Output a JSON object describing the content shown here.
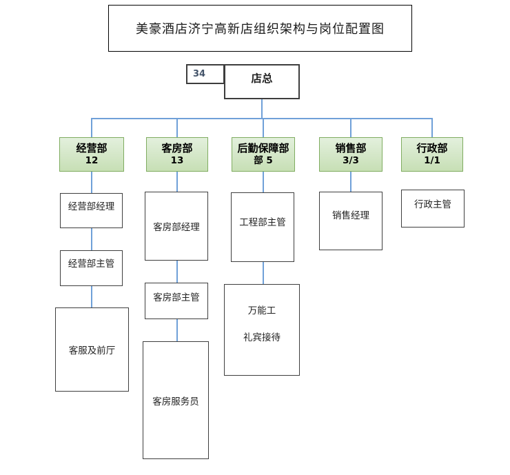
{
  "title": "美豪酒店济宁高新店组织架构与岗位配置图",
  "root": {
    "headcount": "34",
    "name": "店总"
  },
  "colors": {
    "connector": "#6fa0d8",
    "dept_border": "#7fac60",
    "dept_fill_top": "#e3f0dd",
    "dept_fill_bottom": "#c7dfb5",
    "box_border": "#3d3d3d"
  },
  "departments": [
    {
      "line1": "经营部",
      "line2": "12"
    },
    {
      "line1": "客房部",
      "line2": "13"
    },
    {
      "line1": "后勤保障部",
      "line2": "部 5"
    },
    {
      "line1": "销售部",
      "line2": "3/3"
    },
    {
      "line1": "行政部",
      "line2": "1/1"
    }
  ],
  "positions": {
    "operations_manager": "经营部经理",
    "operations_supervisor": "经营部主管",
    "customer_service_front_office": "客服及前厅",
    "housekeeping_manager": "客房部经理",
    "housekeeping_supervisor": "客房部主管",
    "room_attendant": "客房服务员",
    "engineering_supervisor": "工程部主管",
    "handyman": "万能工",
    "concierge": "礼宾接待",
    "sales_manager": "销售经理",
    "admin_supervisor": "行政主管"
  }
}
